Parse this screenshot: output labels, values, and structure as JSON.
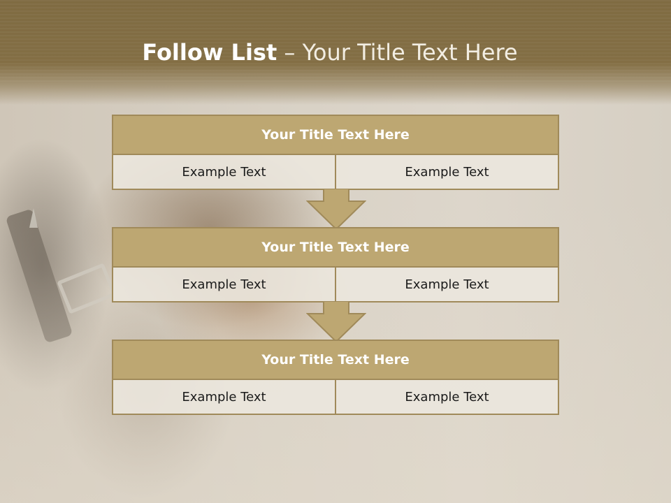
{
  "slide": {
    "title_bold": "Follow List",
    "title_rest": "– Your Title Text Here"
  },
  "steps": [
    {
      "title": "Your Title Text Here",
      "left": "Example Text",
      "right": "Example Text"
    },
    {
      "title": "Your Title Text Here",
      "left": "Example Text",
      "right": "Example Text"
    },
    {
      "title": "Your Title Text Here",
      "left": "Example Text",
      "right": "Example Text"
    }
  ],
  "colors": {
    "header": "#836e44",
    "box_title": "#bda772",
    "box_border": "#a08a5a",
    "cell_bg": "#ece7de"
  }
}
